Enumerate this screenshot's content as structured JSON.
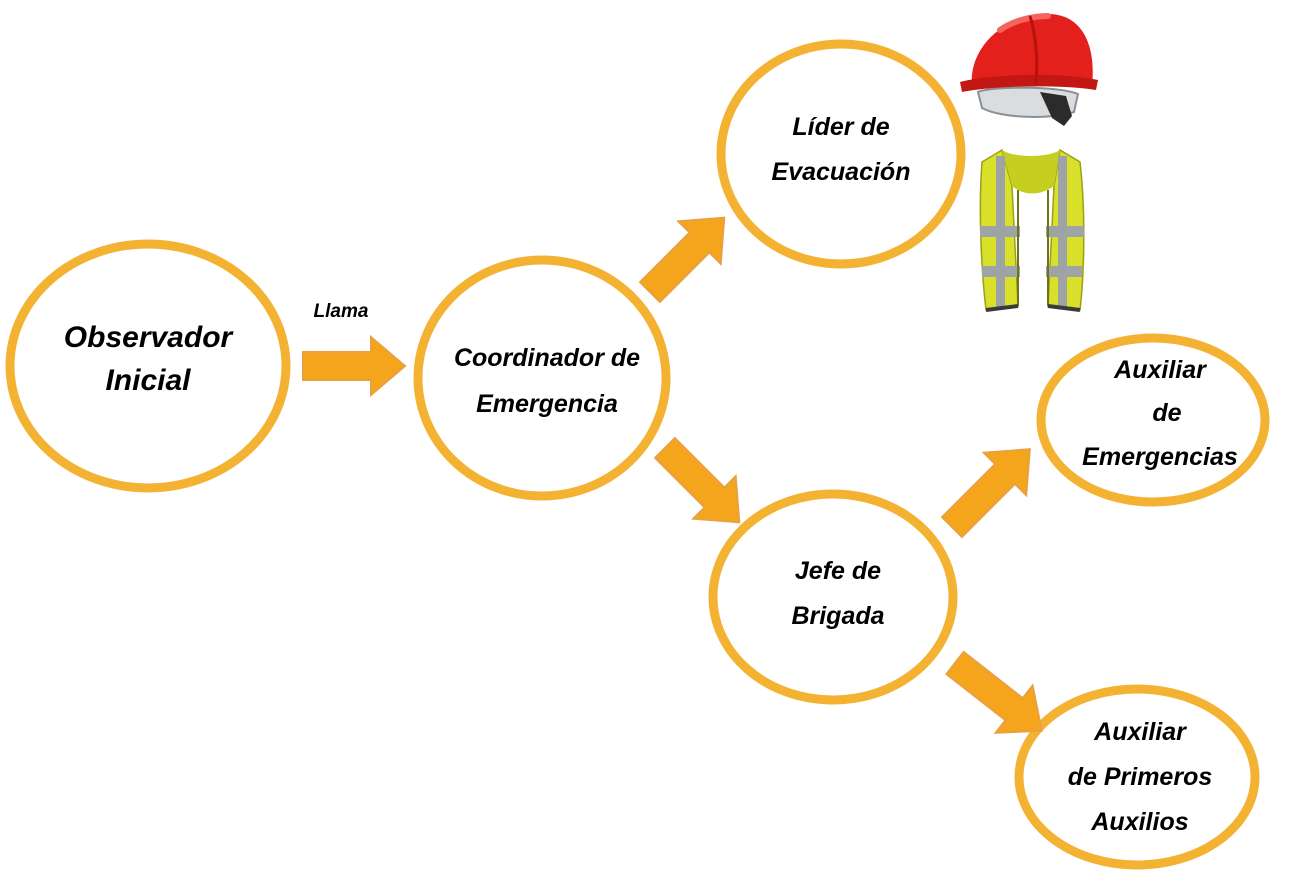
{
  "colors": {
    "circle_stroke": "#F4B233",
    "arrow_fill": "#F5A51C",
    "arrow_stroke": "#E8A040",
    "helmet": "#E3201B",
    "vest": "#D9E02A",
    "reflective": "#9EA3A6"
  },
  "nodes": {
    "observador": {
      "line1": "Observador",
      "line2": "Inicial"
    },
    "coordinador": {
      "line1": "Coordinador de",
      "line2": "Emergencia"
    },
    "lider": {
      "line1": "Líder de",
      "line2": "Evacuación"
    },
    "jefe": {
      "line1": "Jefe de",
      "line2": "Brigada"
    },
    "auxiliar_emergencias": {
      "line1": "Auxiliar",
      "line2": "de",
      "line3": "Emergencias"
    },
    "auxiliar_primeros": {
      "line1": "Auxiliar",
      "line2": "de Primeros",
      "line3": "Auxilios"
    }
  },
  "edges": {
    "call_label": "Llama"
  },
  "icons": {
    "helmet": "safety-helmet-icon",
    "vest": "reflective-vest-icon"
  }
}
